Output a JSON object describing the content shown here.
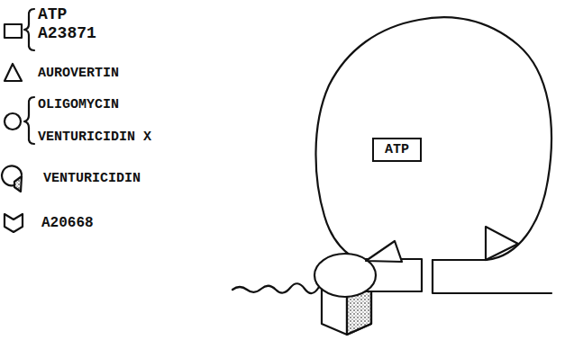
{
  "diagram": {
    "nodes": [
      {
        "text": [
          "ATP"
        ]
      }
    ],
    "legend": [
      {
        "text": "ATP"
      },
      {
        "text": "A23871"
      },
      {
        "text": "AUROVERTIN"
      },
      {
        "text": "OLIGOMYCIN"
      },
      {
        "text": "VENTURICIDIN X"
      },
      {
        "text": "VENTURICIDIN"
      },
      {
        "text": "A20668"
      }
    ]
  }
}
